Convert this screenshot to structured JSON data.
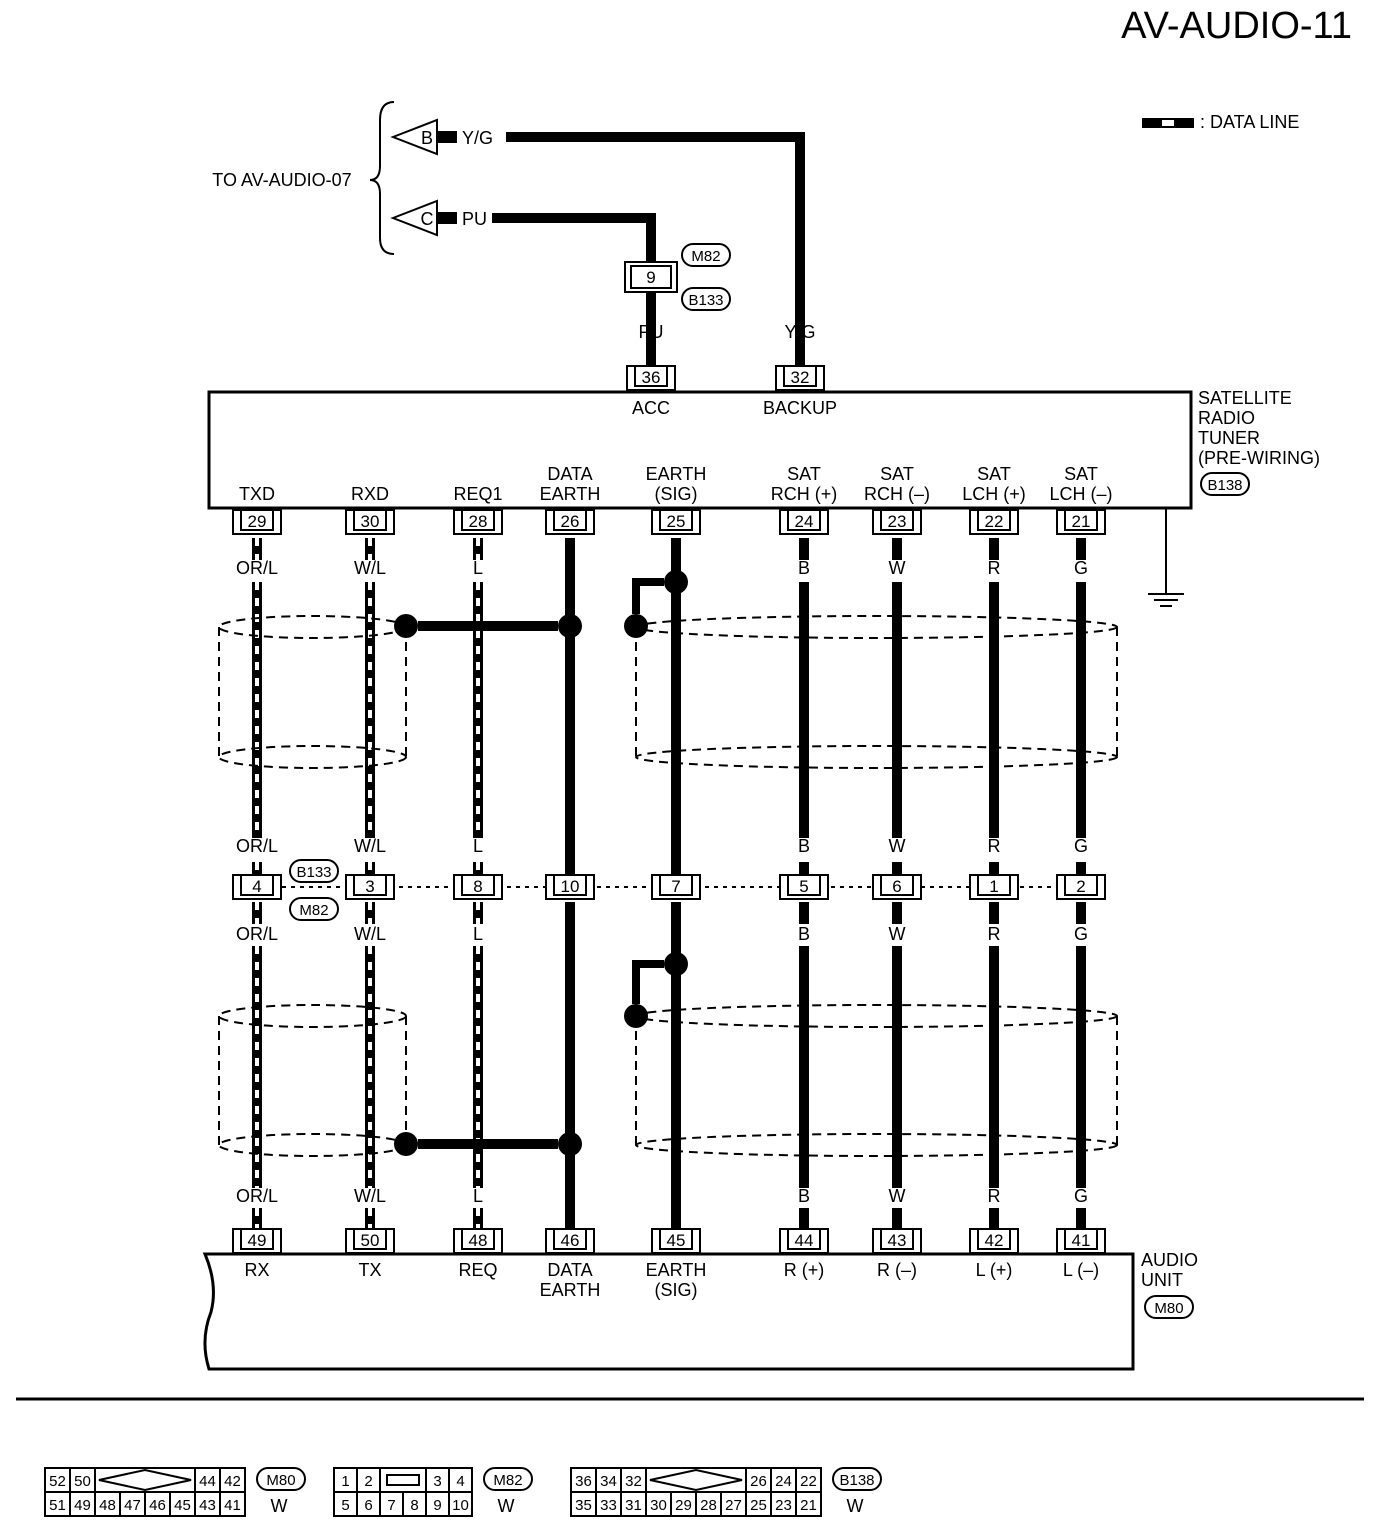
{
  "page_title": "AV-AUDIO-11",
  "legend": {
    "label": ": DATA LINE"
  },
  "source": {
    "label": "TO AV-AUDIO-07",
    "connectors": [
      {
        "id": "B",
        "wire": "Y/G"
      },
      {
        "id": "C",
        "wire": "PU"
      }
    ]
  },
  "joint": {
    "pin": "9",
    "upper_connector": "M82",
    "lower_connector": "B133"
  },
  "tuner": {
    "name_lines": [
      "SATELLITE",
      "RADIO",
      "TUNER",
      "(PRE-WIRING)"
    ],
    "connector": "B138",
    "top_pins": [
      {
        "pin": "36",
        "wire": "PU",
        "label": "ACC"
      },
      {
        "pin": "32",
        "wire": "Y/G",
        "label": "BACKUP"
      }
    ]
  },
  "mid_connector": {
    "upper": "B133",
    "lower": "M82"
  },
  "circuits": [
    {
      "tuner_pin": "29",
      "tuner_label": [
        "TXD"
      ],
      "wire": "OR/L",
      "mid_pin": "4",
      "unit_pin": "49",
      "unit_label": [
        "RX"
      ],
      "kind": "data"
    },
    {
      "tuner_pin": "30",
      "tuner_label": [
        "RXD"
      ],
      "wire": "W/L",
      "mid_pin": "3",
      "unit_pin": "50",
      "unit_label": [
        "TX"
      ],
      "kind": "data"
    },
    {
      "tuner_pin": "28",
      "tuner_label": [
        "REQ1"
      ],
      "wire": "L",
      "mid_pin": "8",
      "unit_pin": "48",
      "unit_label": [
        "REQ"
      ],
      "kind": "data"
    },
    {
      "tuner_pin": "26",
      "tuner_label": [
        "DATA",
        "EARTH"
      ],
      "wire": "",
      "mid_pin": "10",
      "unit_pin": "46",
      "unit_label": [
        "DATA",
        "EARTH"
      ],
      "kind": "solid"
    },
    {
      "tuner_pin": "25",
      "tuner_label": [
        "EARTH",
        "(SIG)"
      ],
      "wire": "",
      "mid_pin": "7",
      "unit_pin": "45",
      "unit_label": [
        "EARTH",
        "(SIG)"
      ],
      "kind": "solid"
    },
    {
      "tuner_pin": "24",
      "tuner_label": [
        "SAT",
        "RCH (+)"
      ],
      "wire": "B",
      "mid_pin": "5",
      "unit_pin": "44",
      "unit_label": [
        "R (+)"
      ],
      "kind": "solid"
    },
    {
      "tuner_pin": "23",
      "tuner_label": [
        "SAT",
        "RCH (–)"
      ],
      "wire": "W",
      "mid_pin": "6",
      "unit_pin": "43",
      "unit_label": [
        "R (–)"
      ],
      "kind": "solid"
    },
    {
      "tuner_pin": "22",
      "tuner_label": [
        "SAT",
        "LCH (+)"
      ],
      "wire": "R",
      "mid_pin": "1",
      "unit_pin": "42",
      "unit_label": [
        "L (+)"
      ],
      "kind": "solid"
    },
    {
      "tuner_pin": "21",
      "tuner_label": [
        "SAT",
        "LCH (–)"
      ],
      "wire": "G",
      "mid_pin": "2",
      "unit_pin": "41",
      "unit_label": [
        "L (–)"
      ],
      "kind": "solid"
    }
  ],
  "audio_unit": {
    "name_lines": [
      "AUDIO",
      "UNIT"
    ],
    "connector": "M80"
  },
  "connector_faces": [
    {
      "id": "M80",
      "color": "W",
      "top": [
        "52",
        "50",
        "",
        "44",
        "42"
      ],
      "bottom": [
        "51",
        "49",
        "48",
        "47",
        "46",
        "45",
        "43",
        "41"
      ]
    },
    {
      "id": "M82",
      "color": "W",
      "top": [
        "1",
        "2",
        "",
        "3",
        "4"
      ],
      "bottom": [
        "5",
        "6",
        "7",
        "8",
        "9",
        "10"
      ]
    },
    {
      "id": "B138",
      "color": "W",
      "top": [
        "36",
        "34",
        "32",
        "",
        "26",
        "24",
        "22"
      ],
      "bottom": [
        "35",
        "33",
        "31",
        "30",
        "29",
        "28",
        "27",
        "25",
        "23",
        "21"
      ]
    }
  ]
}
